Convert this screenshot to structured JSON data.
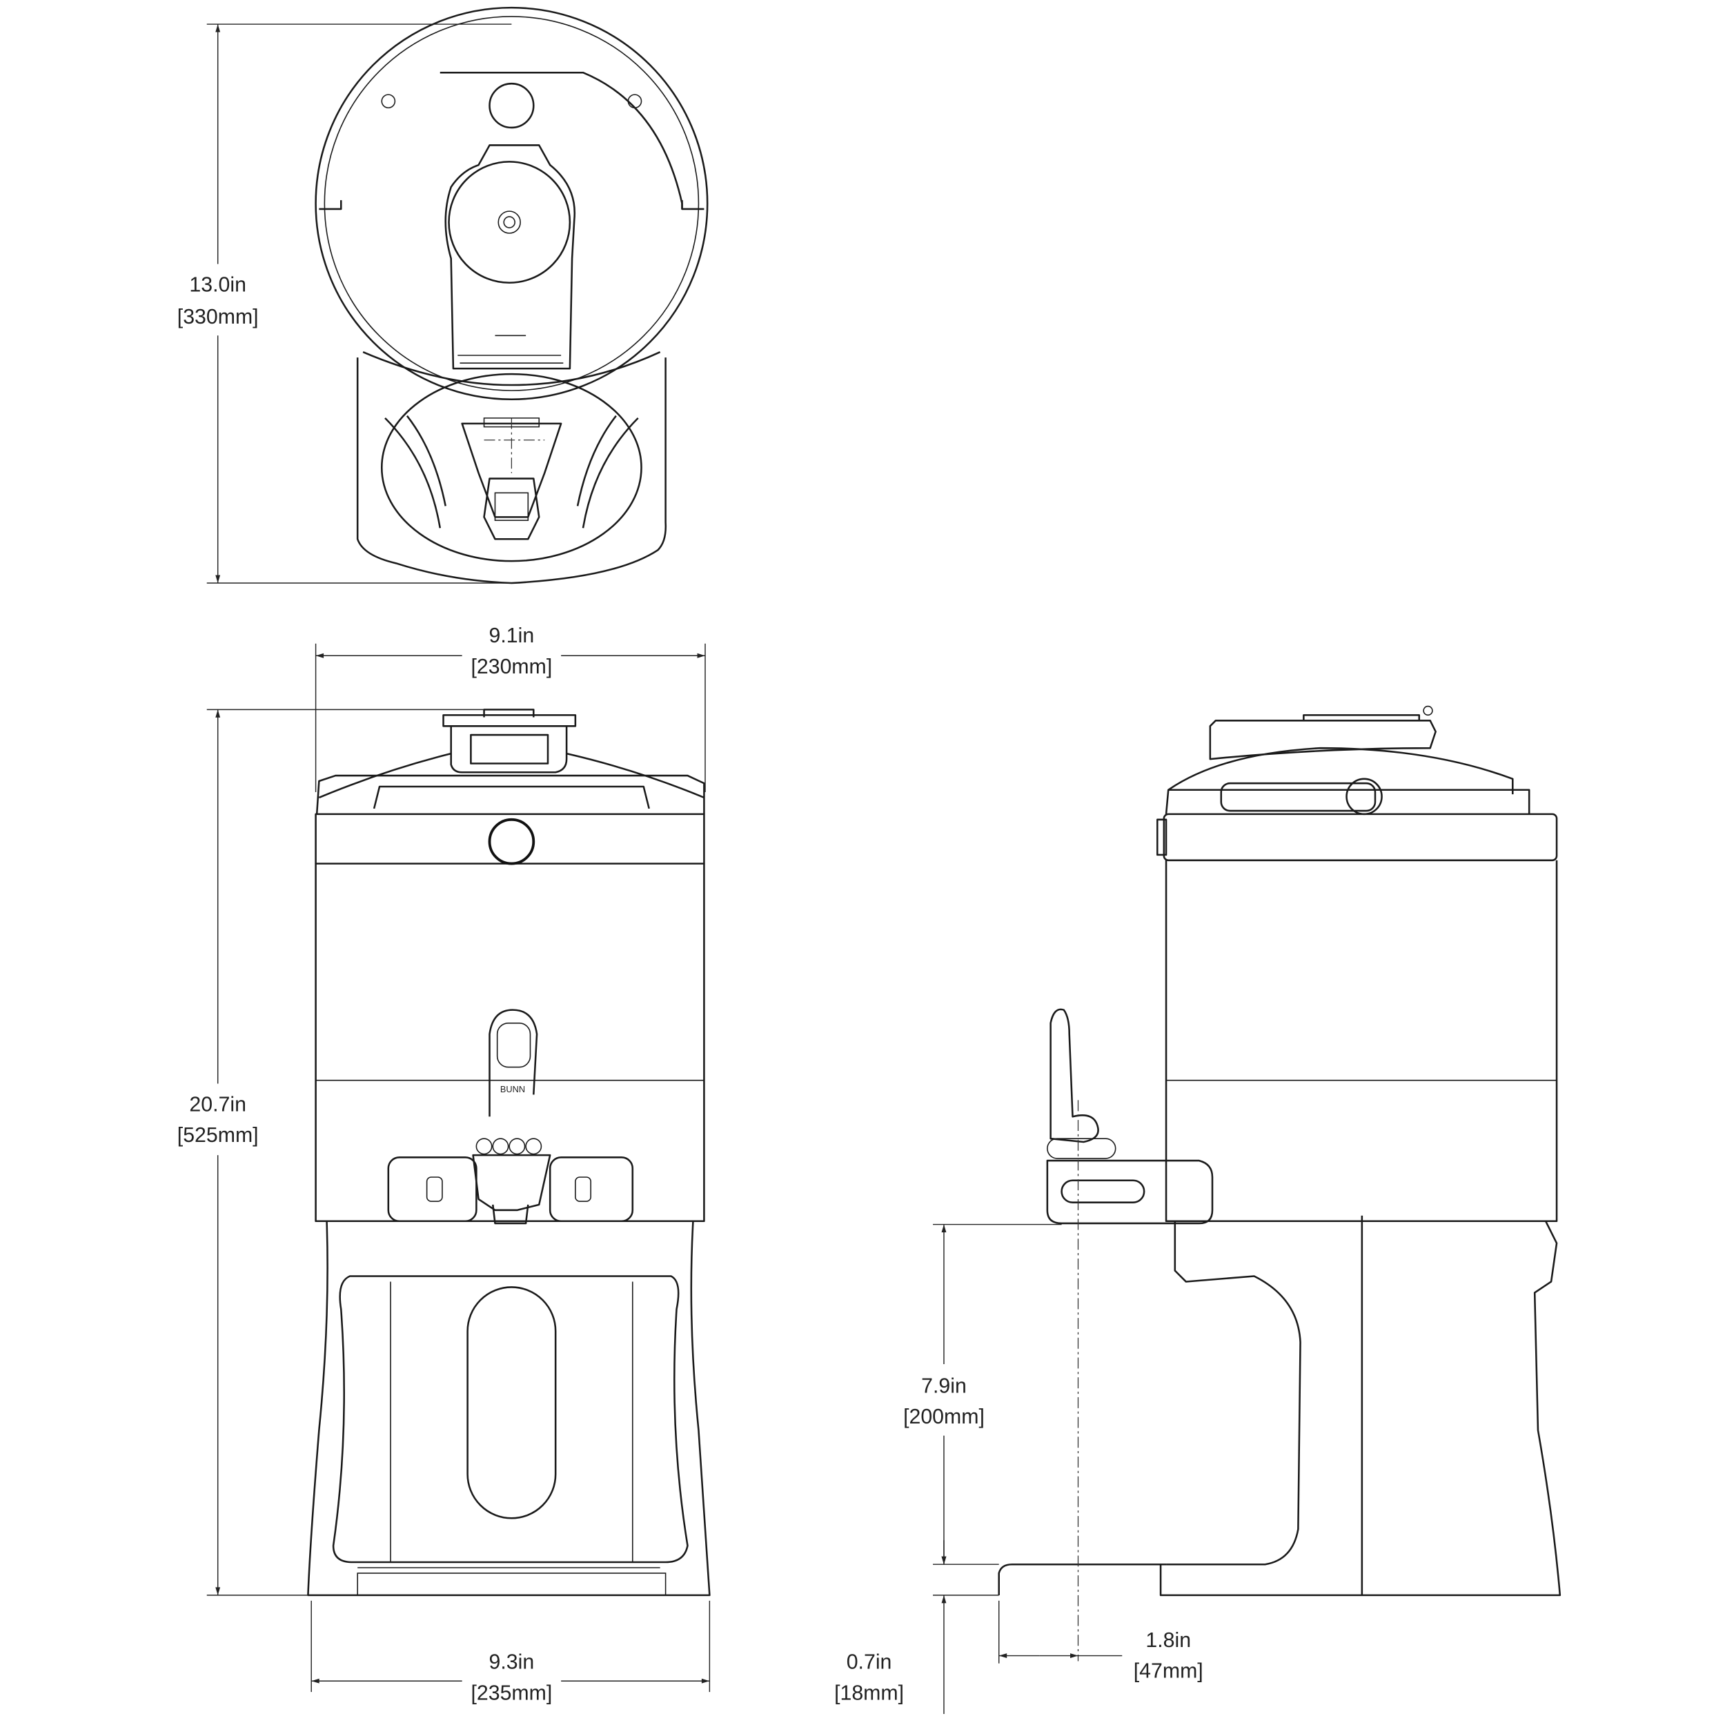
{
  "title": "Beverage server dimension drawing",
  "views": [
    "top-view",
    "front-view",
    "side-view"
  ],
  "logo_text": "BUNN",
  "dimensions": {
    "top_view_depth": {
      "in": "13.0in",
      "mm": "[330mm]"
    },
    "front_width_top": {
      "in": "9.1in",
      "mm": "[230mm]"
    },
    "overall_height": {
      "in": "20.7in",
      "mm": "[525mm]"
    },
    "base_width": {
      "in": "9.3in",
      "mm": "[235mm]"
    },
    "clearance_height": {
      "in": "7.9in",
      "mm": "[200mm]"
    },
    "base_tray_height": {
      "in": "0.7in",
      "mm": "[18mm]"
    },
    "spout_offset": {
      "in": "1.8in",
      "mm": "[47mm]"
    }
  }
}
